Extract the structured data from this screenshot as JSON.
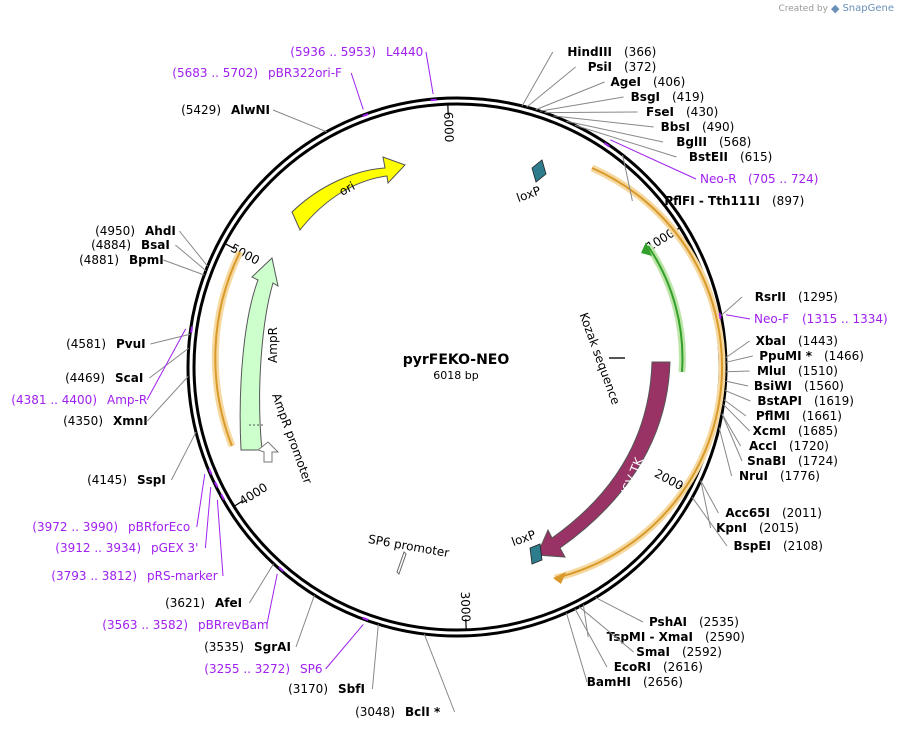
{
  "credit": {
    "prefix": "Created by",
    "brand": "SnapGene"
  },
  "plasmid": {
    "name": "pyrFEKO-NEO",
    "size": "6018 bp"
  },
  "ticks": [
    "1000",
    "2000",
    "3000",
    "4000",
    "5000",
    "6000"
  ],
  "features": {
    "ori": "ori",
    "ampr": "AmpR",
    "ampr_promoter": "AmpR promoter",
    "hsv_tk": "HSV TK",
    "loxp1": "loxP",
    "loxp2": "loxP",
    "kozak": "Kozak sequence",
    "sp6_promoter": "SP6 promoter"
  },
  "sites_right": [
    {
      "name": "HindIII",
      "pos": "(366)"
    },
    {
      "name": "PsiI",
      "pos": "(372)"
    },
    {
      "name": "AgeI",
      "pos": "(406)"
    },
    {
      "name": "BsgI",
      "pos": "(419)"
    },
    {
      "name": "FseI",
      "pos": "(430)"
    },
    {
      "name": "BbsI",
      "pos": "(490)"
    },
    {
      "name": "BglII",
      "pos": "(568)"
    },
    {
      "name": "BstEII",
      "pos": "(615)"
    },
    {
      "name": "PflFI  - Tth111I",
      "pos": "(897)"
    },
    {
      "name": "RsrII",
      "pos": "(1295)"
    },
    {
      "name": "XbaI",
      "pos": "(1443)"
    },
    {
      "name": "PpuMI *",
      "pos": "(1466)"
    },
    {
      "name": "MluI",
      "pos": "(1510)"
    },
    {
      "name": "BsiWI",
      "pos": "(1560)"
    },
    {
      "name": "BstAPI",
      "pos": "(1619)"
    },
    {
      "name": "PflMI",
      "pos": "(1661)"
    },
    {
      "name": "XcmI",
      "pos": "(1685)"
    },
    {
      "name": "AccI",
      "pos": "(1720)"
    },
    {
      "name": "SnaBI",
      "pos": "(1724)"
    },
    {
      "name": "NruI",
      "pos": "(1776)"
    },
    {
      "name": "Acc65I",
      "pos": "(2011)"
    },
    {
      "name": "KpnI",
      "pos": "(2015)"
    },
    {
      "name": "BspEI",
      "pos": "(2108)"
    },
    {
      "name": "PshAI",
      "pos": "(2535)"
    },
    {
      "name": "TspMI  - XmaI",
      "pos": "(2590)"
    },
    {
      "name": "SmaI",
      "pos": "(2592)"
    },
    {
      "name": "EcoRI",
      "pos": "(2616)"
    },
    {
      "name": "BamHI",
      "pos": "(2656)"
    }
  ],
  "sites_left": [
    {
      "name": "AlwNI",
      "pos": "(5429)"
    },
    {
      "name": "AhdI",
      "pos": "(4950)"
    },
    {
      "name": "BsaI",
      "pos": "(4884)"
    },
    {
      "name": "BpmI",
      "pos": "(4881)"
    },
    {
      "name": "PvuI",
      "pos": "(4581)"
    },
    {
      "name": "ScaI",
      "pos": "(4469)"
    },
    {
      "name": "XmnI",
      "pos": "(4350)"
    },
    {
      "name": "SspI",
      "pos": "(4145)"
    },
    {
      "name": "AfeI",
      "pos": "(3621)"
    },
    {
      "name": "SgrAI",
      "pos": "(3535)"
    },
    {
      "name": "SbfI",
      "pos": "(3170)"
    },
    {
      "name": "BclI *",
      "pos": "(3048)"
    }
  ],
  "primers": [
    {
      "name": "L4440",
      "pos": "(5936 .. 5953)"
    },
    {
      "name": "pBR322ori-F",
      "pos": "(5683 .. 5702)"
    },
    {
      "name": "Neo-R",
      "pos": "(705 .. 724)"
    },
    {
      "name": "Neo-F",
      "pos": "(1315 .. 1334)"
    },
    {
      "name": "Amp-R",
      "pos": "(4381 .. 4400)"
    },
    {
      "name": "pBRforEco",
      "pos": "(3972 .. 3990)"
    },
    {
      "name": "pGEX 3'",
      "pos": "(3912 .. 3934)"
    },
    {
      "name": "pRS-marker",
      "pos": "(3793 .. 3812)"
    },
    {
      "name": "pBRrevBam",
      "pos": "(3563 .. 3582)"
    },
    {
      "name": "SP6",
      "pos": "(3255 .. 3272)"
    }
  ],
  "colors": {
    "ori": "#ffff00",
    "ampr": "#ccffcc",
    "hsv_tk": "#993366",
    "loxp": "#2e7d8c",
    "primer": "#a020f0",
    "orange_arc": "#f5a623",
    "green_arc": "#33a02c"
  }
}
